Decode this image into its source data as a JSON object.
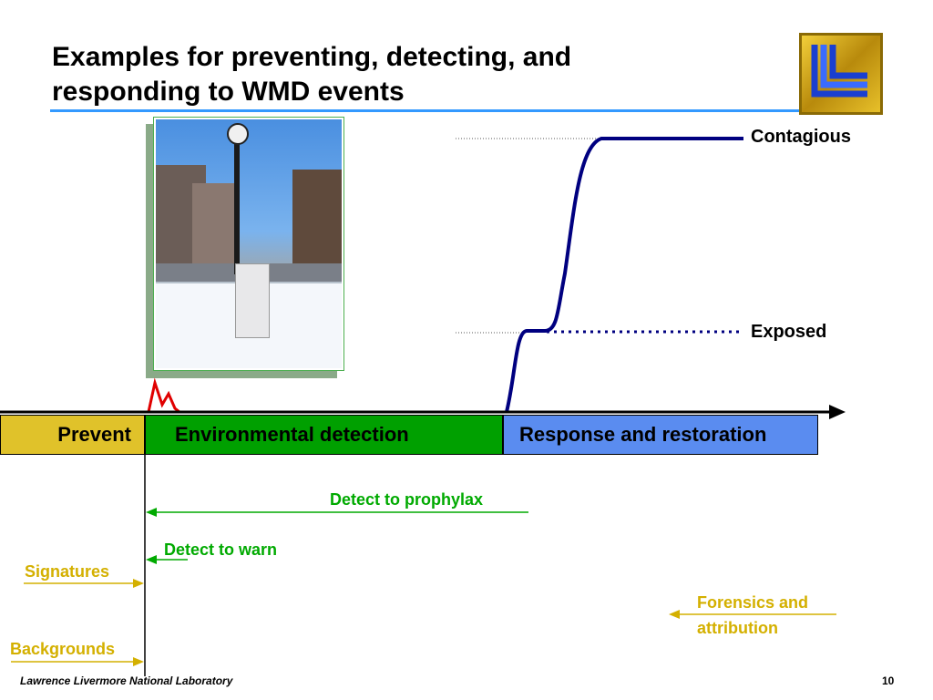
{
  "slide": {
    "title_line1": "Examples for preventing, detecting, and",
    "title_line2": "responding to WMD events",
    "footer_org": "Lawrence Livermore National Laboratory",
    "page_number": "10"
  },
  "curve_labels": {
    "contagious": "Contagious",
    "exposed": "Exposed"
  },
  "phases": {
    "prevent": "Prevent",
    "environmental_detection": "Environmental detection",
    "response": "Response and restoration"
  },
  "intervals": {
    "detect_to_prophylax": "Detect to prophylax",
    "detect_to_warn": "Detect to warn",
    "signatures": "Signatures",
    "backgrounds": "Backgrounds",
    "forensics_line1": "Forensics and",
    "forensics_line2": "attribution"
  },
  "colors": {
    "title_rule": "#3399ff",
    "prevent_fill": "#e0c22a",
    "detection_fill": "#00a000",
    "response_fill": "#5a8cf0",
    "curve": "#000080",
    "event_spike": "#e00000",
    "interval_green": "#00aa00",
    "interval_gold": "#d4b000"
  },
  "logo": {
    "icon": "llnl-logo"
  }
}
